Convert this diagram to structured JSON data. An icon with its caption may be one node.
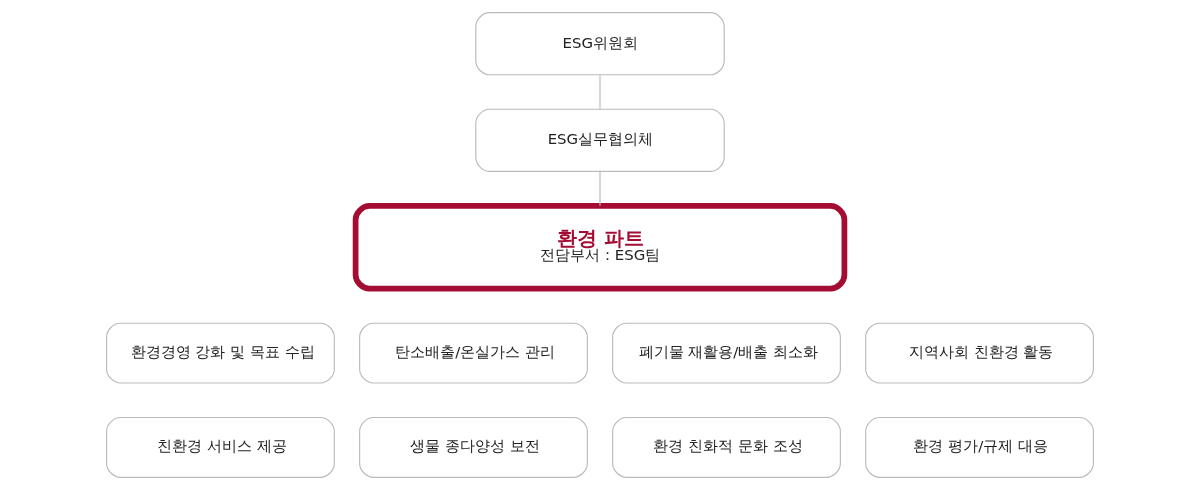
{
  "diagram": {
    "nodes": [
      {
        "text": [
          "ESG위원회"
        ]
      },
      {
        "text": [
          "ESG실무협의체"
        ]
      },
      {
        "text": [
          "환경 파트",
          "전담부서 : ESG팀"
        ]
      },
      {
        "text": [
          "환경경영 강화 및 목표 수립"
        ]
      },
      {
        "text": [
          "탄소배출/온실가스 관리"
        ]
      },
      {
        "text": [
          "폐기물 재활용/배출 최소화"
        ]
      },
      {
        "text": [
          "지역사회 친환경 활동"
        ]
      },
      {
        "text": [
          "친환경 서비스 제공"
        ]
      },
      {
        "text": [
          "생물 종다양성 보전"
        ]
      },
      {
        "text": [
          "환경 친화적 문화 조성"
        ]
      },
      {
        "text": [
          "환경 평가/규제 대응"
        ]
      }
    ],
    "edges": [
      {
        "from": 0,
        "to": 1,
        "arrow": "none"
      },
      {
        "from": 1,
        "to": 2,
        "arrow": "none"
      }
    ]
  }
}
